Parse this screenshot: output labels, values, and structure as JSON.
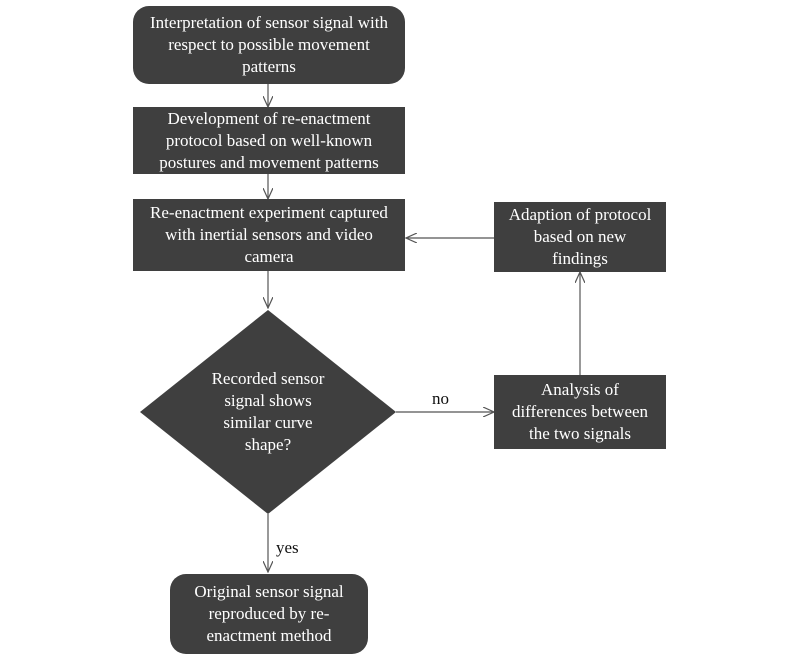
{
  "nodes": {
    "interpretation": "Interpretation of sensor signal with respect to possible movement patterns",
    "development": "Development of re-enactment protocol based on well-known postures and movement patterns",
    "experiment": "Re-enactment experiment captured with inertial sensors and video camera",
    "decision": "Recorded sensor signal shows similar curve shape?",
    "analysis": "Analysis of differences between the two signals",
    "adaption": "Adaption of protocol based on new findings",
    "reproduced": "Original sensor signal reproduced by re-enactment method"
  },
  "edges": {
    "no_label": "no",
    "yes_label": "yes"
  },
  "colors": {
    "box_fill": "#3f3f3f",
    "box_text": "#ffffff",
    "arrow": "#555555"
  }
}
